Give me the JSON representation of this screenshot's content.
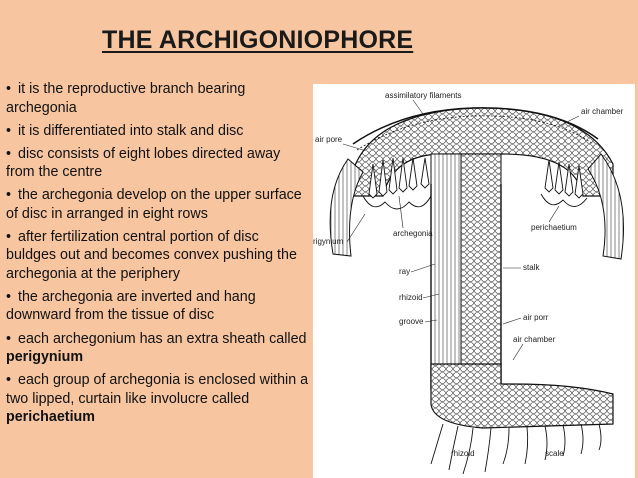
{
  "slide": {
    "title": "THE ARCHIGONIOPHORE",
    "bullets": [
      {
        "text": "it is the reproductive branch bearing archegonia"
      },
      {
        "text": "it is differentiated into stalk and disc"
      },
      {
        "text": "disc consists of eight lobes directed away from the centre"
      },
      {
        "text": "the archegonia develop on the upper surface of disc in arranged in eight rows"
      },
      {
        "text": "after fertilization central portion of disc buldges out and becomes convex pushing the archegonia at the periphery"
      },
      {
        "text": "the archegonia are inverted and hang downward from the tissue of disc"
      },
      {
        "text": "each archegonium has an extra sheath called ",
        "bold": "perigynium"
      },
      {
        "text": "each group of archegonia is enclosed within a two lipped, curtain like involucre called ",
        "bold": "perichaetium"
      }
    ]
  },
  "figure": {
    "labels": {
      "assimilatory": "assimilatory filaments",
      "air_chamber_top": "air chamber",
      "air_pore_left": "air pore",
      "perichaetium": "perichaetium",
      "perigynium": "rigynium",
      "archegonia": "archegonia",
      "stalk": "stalk",
      "ray": "ray",
      "rhizoid": "rhizoid",
      "groove": "groove",
      "air_pore_right": "air porr",
      "air_chamber_bottom": "air chamber",
      "rhizoid_bottom": "rhizoid",
      "scale": "scale"
    }
  }
}
